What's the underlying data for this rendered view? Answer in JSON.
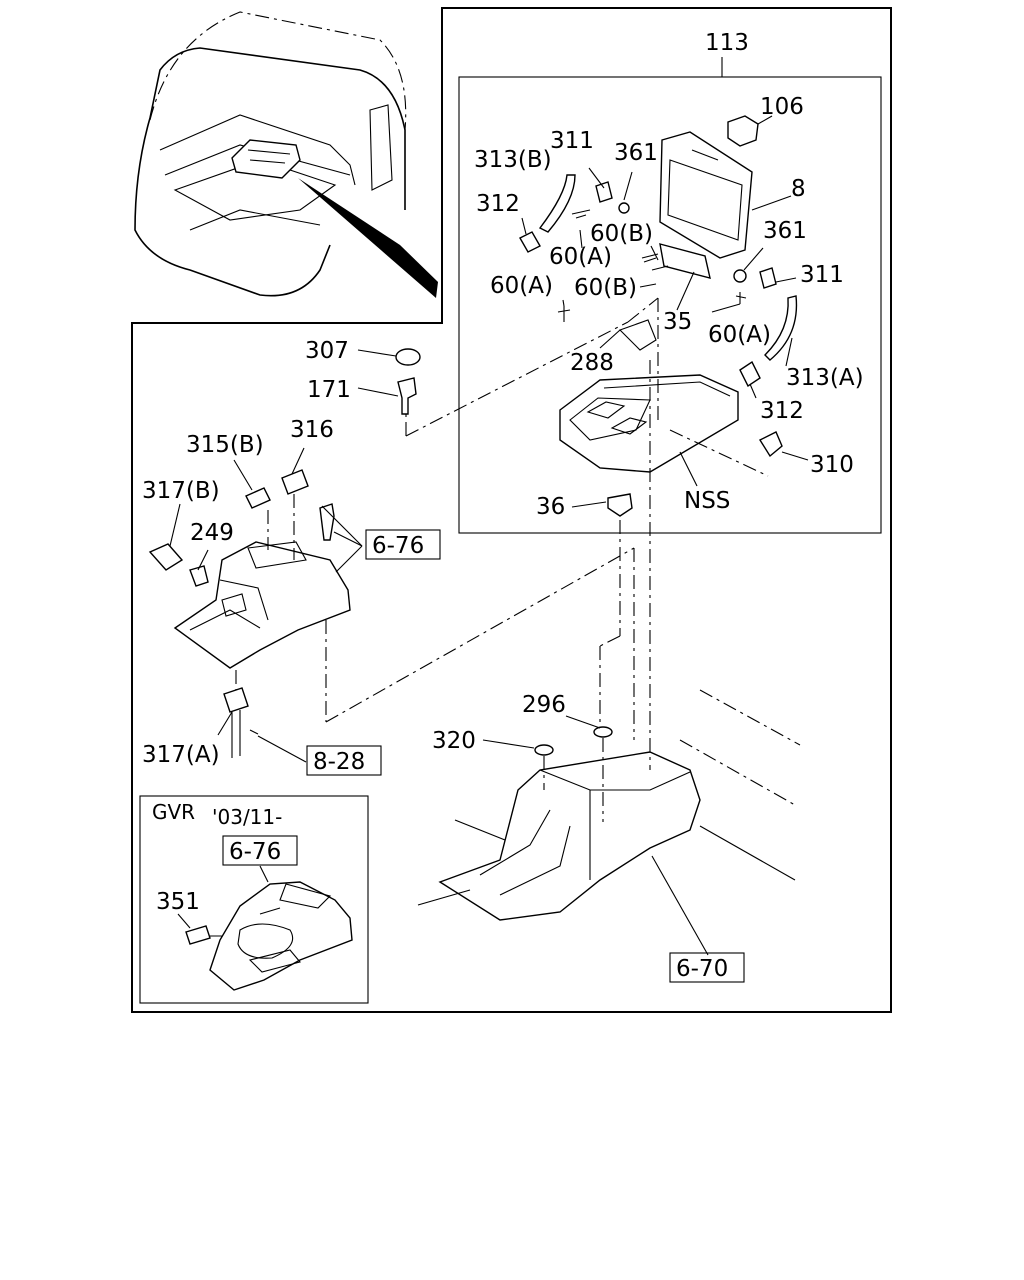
{
  "callouts": {
    "c113": "113",
    "c106": "106",
    "c311_top": "311",
    "c361_top": "361",
    "c313b": "313(B)",
    "c8": "8",
    "c312_top": "312",
    "c60b_top": "60(B)",
    "c60a_top": "60(A)",
    "c361_right": "361",
    "c311_right": "311",
    "c60a_left": "60(A)",
    "c60b_mid": "60(B)",
    "c35": "35",
    "c60a_right": "60(A)",
    "c307": "307",
    "c288": "288",
    "c313a": "313(A)",
    "c171": "171",
    "c312_right": "312",
    "c315b": "315(B)",
    "c316": "316",
    "c310": "310",
    "c317b": "317(B)",
    "cNSS": "NSS",
    "c249": "249",
    "c36": "36",
    "c296": "296",
    "c320": "320",
    "c317a": "317(A)",
    "c351": "351"
  },
  "refs": {
    "r676_main": "6-76",
    "r828": "8-28",
    "r676_inset": "6-76",
    "r670": "6-70"
  },
  "inset": {
    "model": "GVR",
    "date": "'03/11-"
  }
}
